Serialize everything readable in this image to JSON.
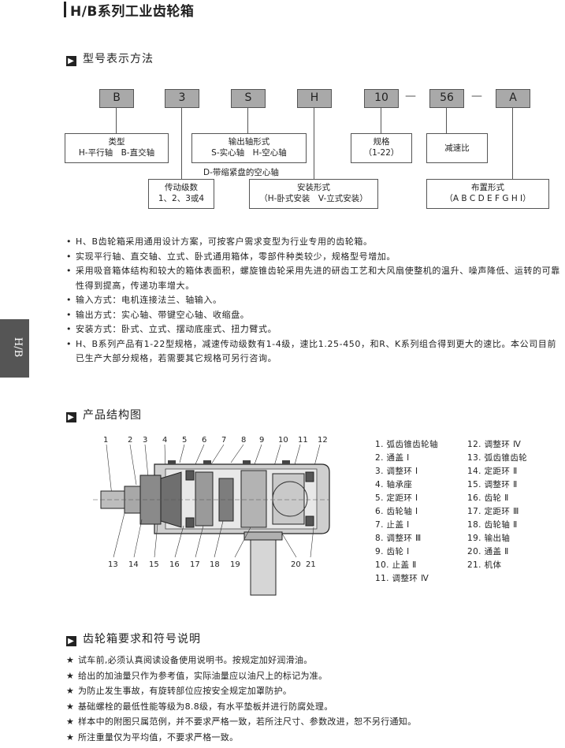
{
  "header": {
    "title": "H/B系列工业齿轮箱"
  },
  "side_tab": {
    "label": "H/B"
  },
  "model_section": {
    "heading": "型号表示方法",
    "codes": [
      "B",
      "3",
      "S",
      "H",
      "10",
      "56",
      "A"
    ],
    "dash": "—",
    "labels": {
      "type_title": "类型",
      "type_desc": "H-平行轴　B-直交轴",
      "output_title": "输出轴形式",
      "output_desc1": "S-实心轴　H-空心轴",
      "output_desc2": "D-带缩紧盘的空心轴",
      "spec_title": "规格",
      "spec_desc": "（1-22）",
      "ratio_title": "减速比",
      "stages_title": "传动级数",
      "stages_desc": "1、2、3或4",
      "mount_title": "安装形式",
      "mount_desc": "（H-卧式安装　V-立式安装）",
      "layout_title": "布置形式",
      "layout_desc": "（A B C D E F G H I）"
    }
  },
  "features": [
    "H、B齿轮箱采用通用设计方案，可按客户需求变型为行业专用的齿轮箱。",
    "实现平行轴、直交轴、立式、卧式通用箱体，零部件种类较少，规格型号增加。",
    "采用吸音箱体结构和较大的箱体表面积，螺旋锥齿轮采用先进的研齿工艺和大风扇使整机的温升、噪声降低、运转的可靠性得到提高，传递功率增大。",
    "输入方式：电机连接法兰、轴输入。",
    "输出方式：实心轴、带键空心轴、收缩盘。",
    "安装方式：卧式、立式、摆动底座式、扭力臂式。",
    "H、B系列产品有1-22型规格，减速传动级数有1-4级，速比1.25-450，和R、K系列组合得到更大的速比。本公司目前已生产大部分规格，若需要其它规格可另行咨询。"
  ],
  "structure_section": {
    "heading": "产品结构图",
    "callouts_top": [
      "1",
      "2",
      "3",
      "4",
      "5",
      "6",
      "7",
      "8",
      "9",
      "10",
      "11",
      "12"
    ],
    "callouts_bottom": [
      "13",
      "14",
      "15",
      "16",
      "17",
      "18",
      "19",
      "20",
      "21"
    ],
    "parts_left": [
      "1. 弧齿锥齿轮轴",
      "2. 通盖 Ⅰ",
      "3. 调整环 Ⅰ",
      "4. 轴承座",
      "5. 定距环 Ⅰ",
      "6. 齿轮轴 Ⅰ",
      "7. 止盖 Ⅰ",
      "8. 调整环 Ⅲ",
      "9. 齿轮 Ⅰ",
      "10. 止盖 Ⅱ",
      "11. 调整环 Ⅳ"
    ],
    "parts_right": [
      "12. 调整环 Ⅳ",
      "13. 弧齿锥齿轮",
      "14. 定距环 Ⅱ",
      "15. 调整环 Ⅱ",
      "16. 齿轮 Ⅱ",
      "17. 定距环 Ⅲ",
      "18. 齿轮轴 Ⅱ",
      "19. 输出轴",
      "20. 通盖 Ⅱ",
      "21. 机体"
    ]
  },
  "requirements_section": {
    "heading": "齿轮箱要求和符号说明",
    "items": [
      "试车前,必须认真阅读设备使用说明书。按规定加好润滑油。",
      "给出的加油量只作为参考值，实际油量应以油尺上的标记为准。",
      "为防止发生事故，有旋转部位应按安全规定加罩防护。",
      "基础螺栓的最低性能等级为8.8级，有水平垫板并进行防腐处理。",
      "样本中的附图只属范例，并不要求严格一致，若所注尺寸、参数改进，恕不另行通知。",
      "所注重量仅为平均值，不要求严格一致。"
    ]
  },
  "colors": {
    "code_box": "#a9a9a9",
    "tab": "#555555",
    "text": "#222222"
  }
}
